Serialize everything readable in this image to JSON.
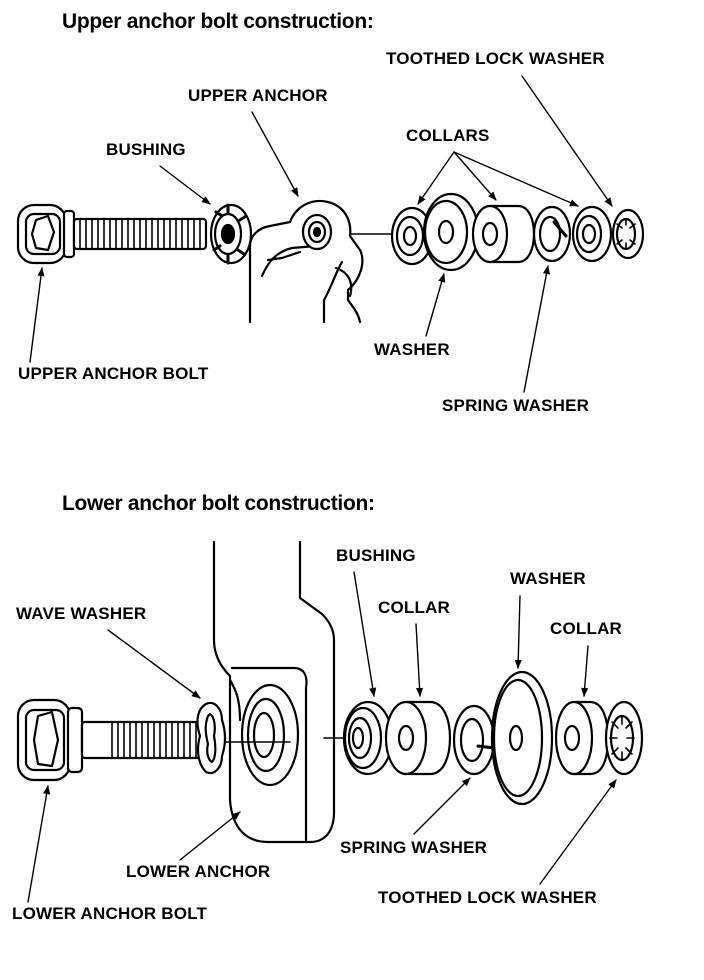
{
  "upper": {
    "heading": "Upper anchor bolt construction:",
    "labels": {
      "toothed_lock_washer": "TOOTHED LOCK WASHER",
      "upper_anchor": "UPPER ANCHOR",
      "collars": "COLLARS",
      "bushing": "BUSHING",
      "washer": "WASHER",
      "upper_anchor_bolt": "UPPER ANCHOR BOLT",
      "spring_washer": "SPRING WASHER"
    }
  },
  "lower": {
    "heading": "Lower anchor bolt construction:",
    "labels": {
      "bushing": "BUSHING",
      "washer": "WASHER",
      "wave_washer": "WAVE WASHER",
      "collar_left": "COLLAR",
      "collar_right": "COLLAR",
      "spring_washer": "SPRING WASHER",
      "lower_anchor": "LOWER ANCHOR",
      "toothed_lock_washer": "TOOTHED LOCK WASHER",
      "lower_anchor_bolt": "LOWER ANCHOR BOLT"
    }
  }
}
